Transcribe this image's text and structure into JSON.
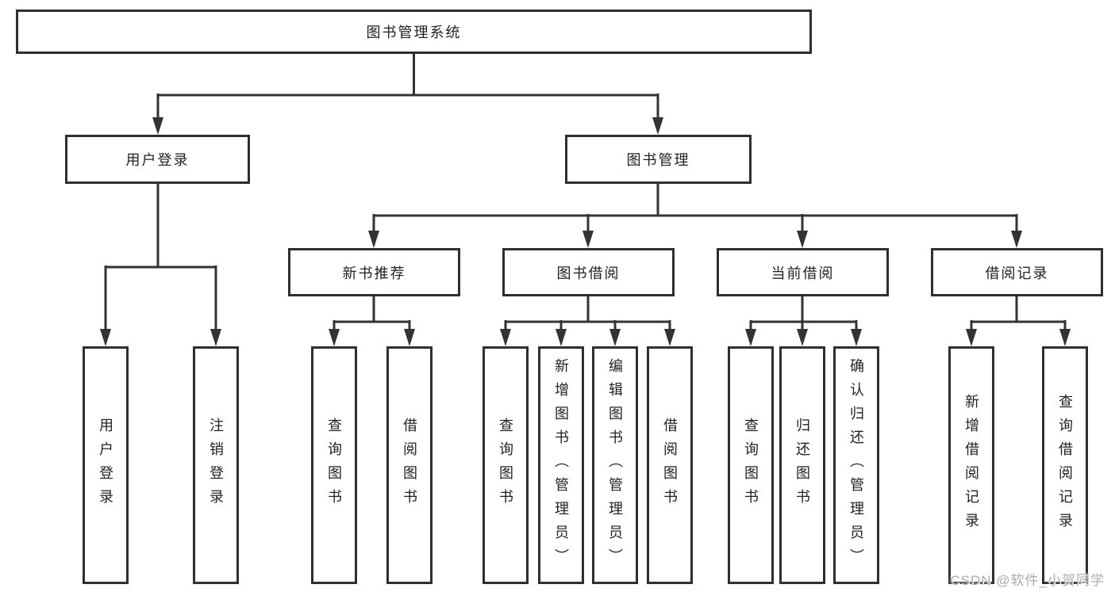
{
  "root": {
    "label": "图书管理系统"
  },
  "level2": [
    {
      "label": "用户登录"
    },
    {
      "label": "图书管理"
    }
  ],
  "level3": [
    {
      "label": "新书推荐"
    },
    {
      "label": "图书借阅"
    },
    {
      "label": "当前借阅"
    },
    {
      "label": "借阅记录"
    }
  ],
  "level4": {
    "user_login": [
      "用户登录",
      "注销登录"
    ],
    "new_book": [
      "查询图书",
      "借阅图书"
    ],
    "book_borrow": [
      "查询图书",
      "新增图书（管理员）",
      "编辑图书（管理员）",
      "借阅图书"
    ],
    "current_borrow": [
      "查询图书",
      "归还图书",
      "确认归还（管理员）"
    ],
    "borrow_record": [
      "新增借阅记录",
      "查询借阅记录"
    ]
  },
  "watermark": {
    "text": "CSDN @软件_小贺同学"
  },
  "colors": {
    "line": "#333333",
    "border": "#2f2f2f",
    "text": "#222222",
    "watermark": "#acacac",
    "background": "#ffffff"
  }
}
